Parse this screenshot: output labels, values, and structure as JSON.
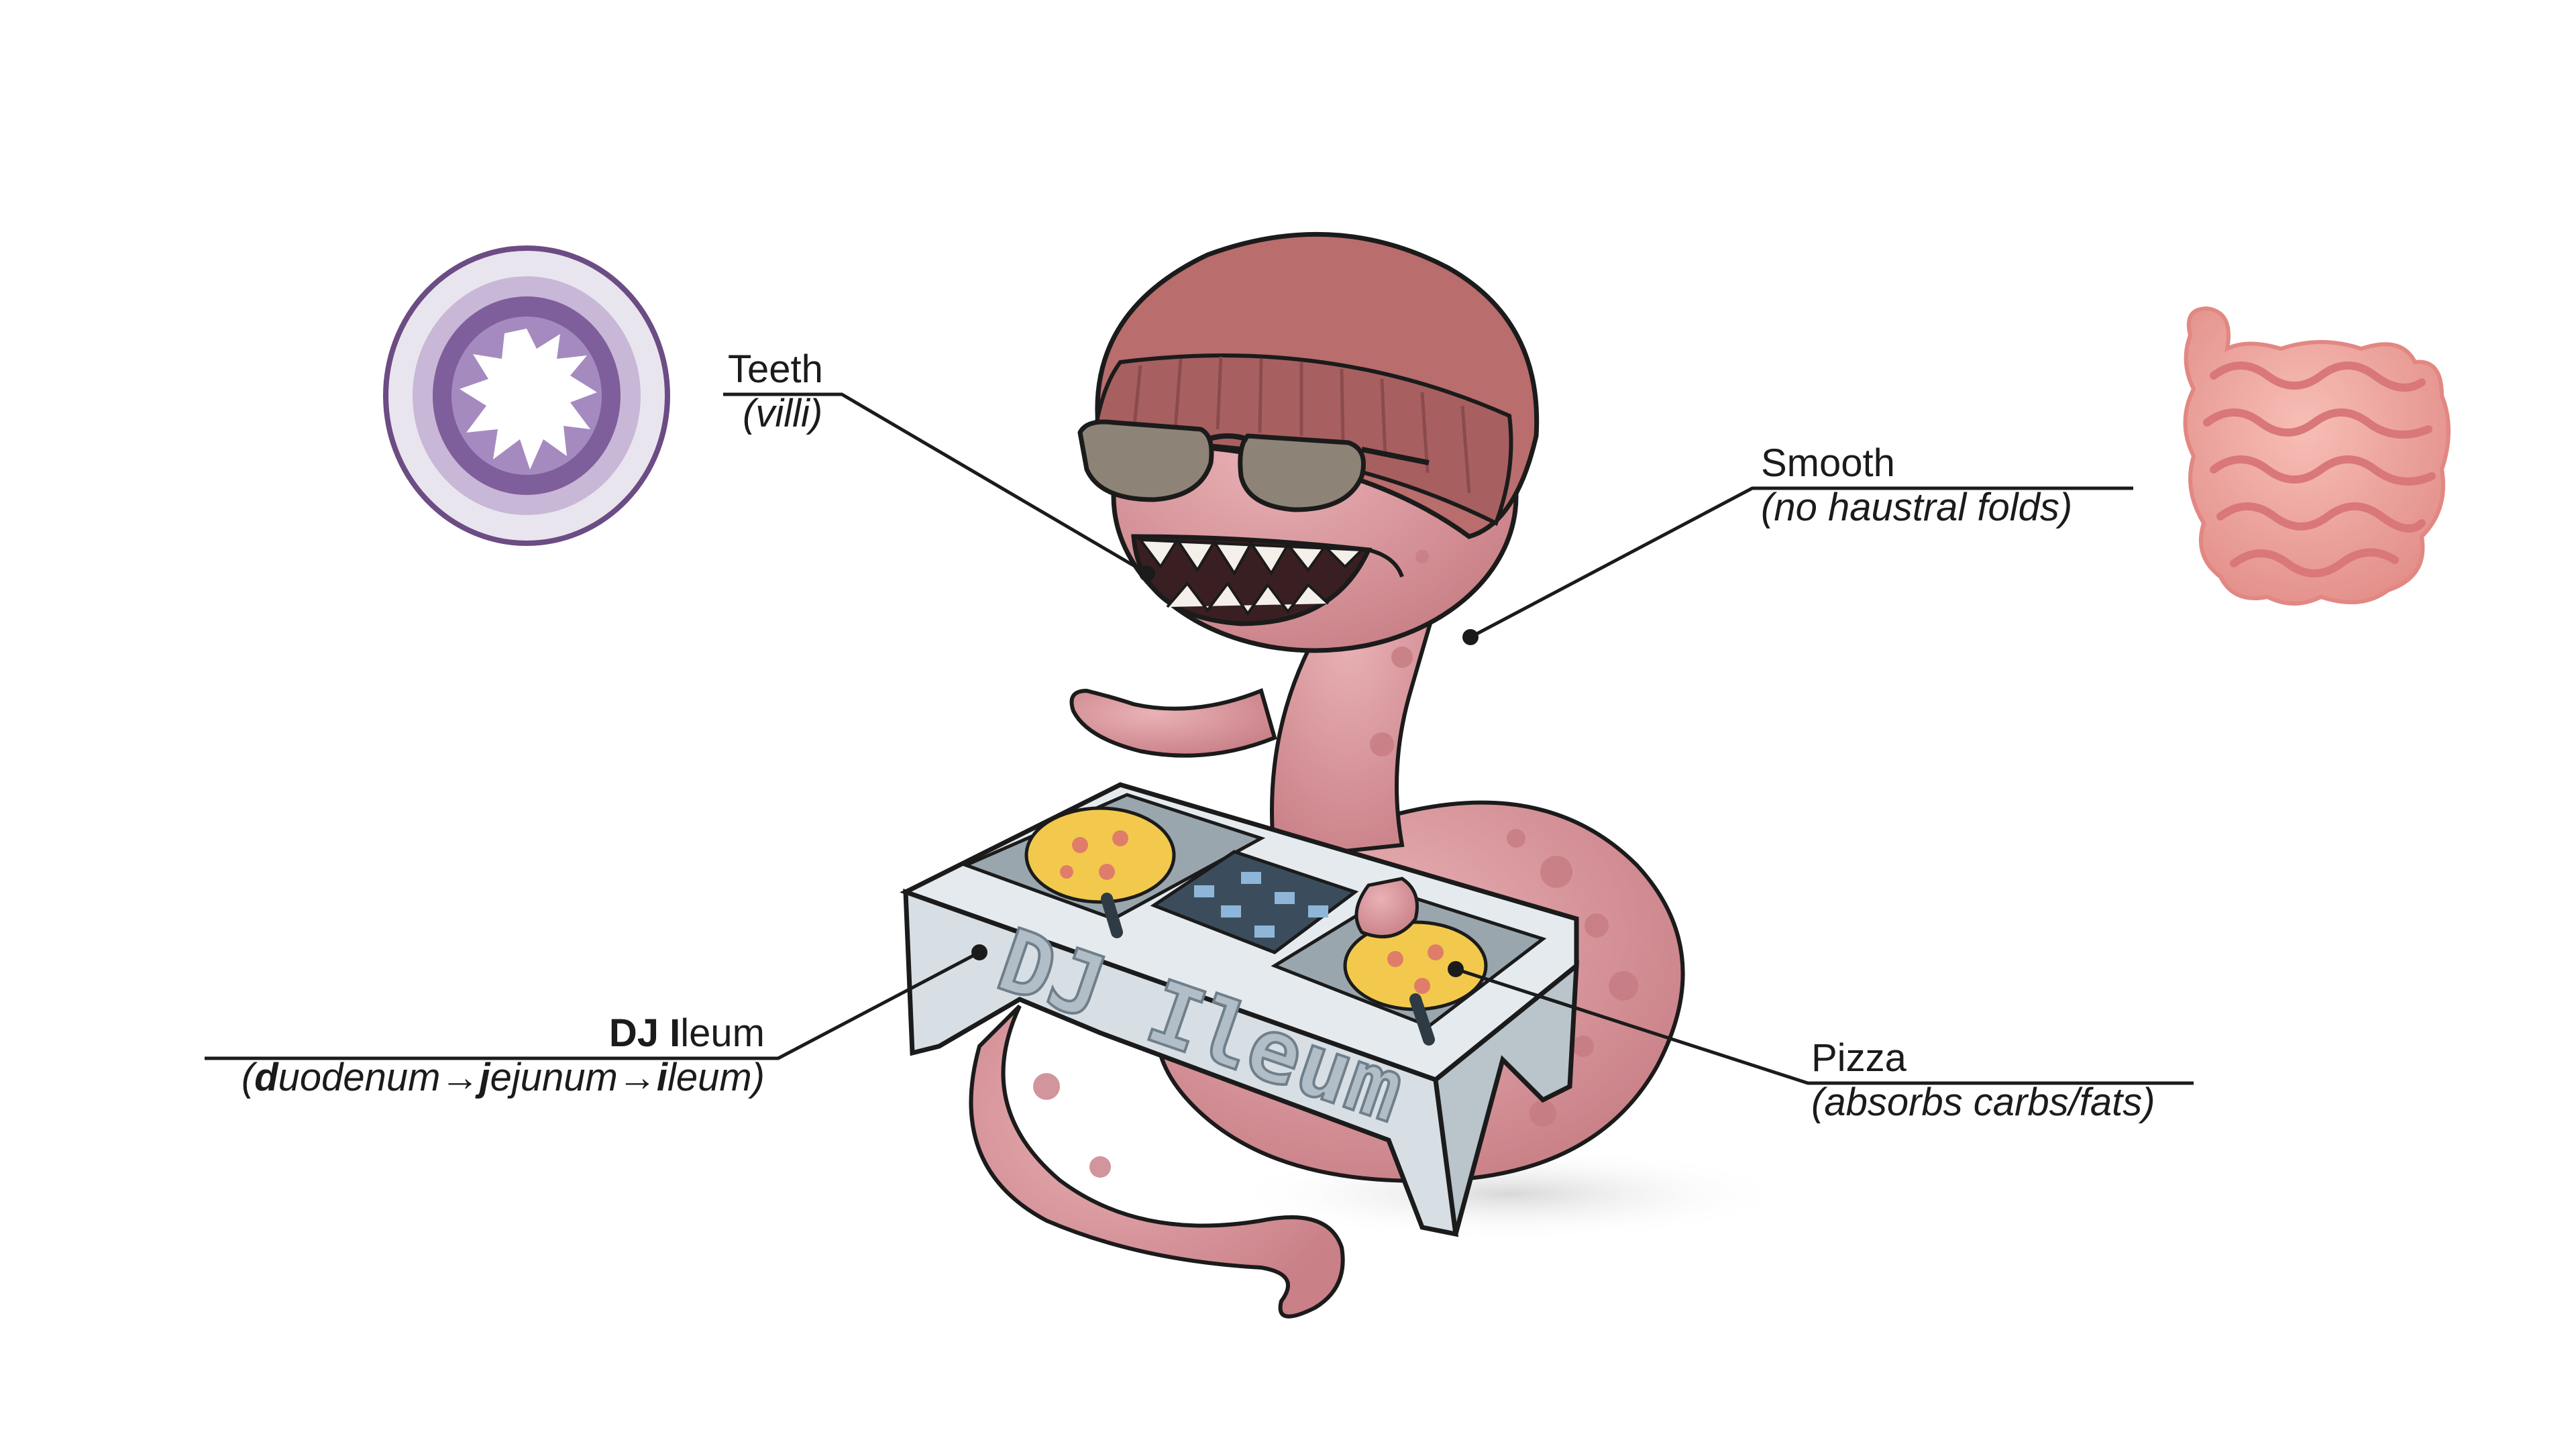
{
  "callouts": {
    "teeth": {
      "title": "Teeth",
      "subtitle": "(villi)"
    },
    "smooth": {
      "title": "Smooth",
      "subtitle": "(no haustral folds)"
    },
    "dj": {
      "title_bold": "DJ I",
      "title_rest": "leum",
      "sub_open": "(",
      "d_bold": "d",
      "d_rest": "uodenum→",
      "j_bold": "j",
      "j_rest": "ejunum→",
      "i_bold": "i",
      "i_rest": "leum)"
    },
    "pizza": {
      "title": "Pizza",
      "subtitle": "(absorbs carbs/fats)"
    }
  },
  "mixer": {
    "lettering": "DJ Ileum"
  },
  "icons": {
    "cross_section": "intestine-cross-section-icon",
    "intestine": "small-intestine-icon",
    "mascot": "worm-dj-mascot"
  },
  "colors": {
    "worm": "#d99a9f",
    "worm_spots": "#c67b82",
    "beanie": "#b96d6d",
    "mixer": "#dfe6ea",
    "cross_section_purple": "#8d6aa8",
    "intestine_pink": "#f0a7a0"
  }
}
